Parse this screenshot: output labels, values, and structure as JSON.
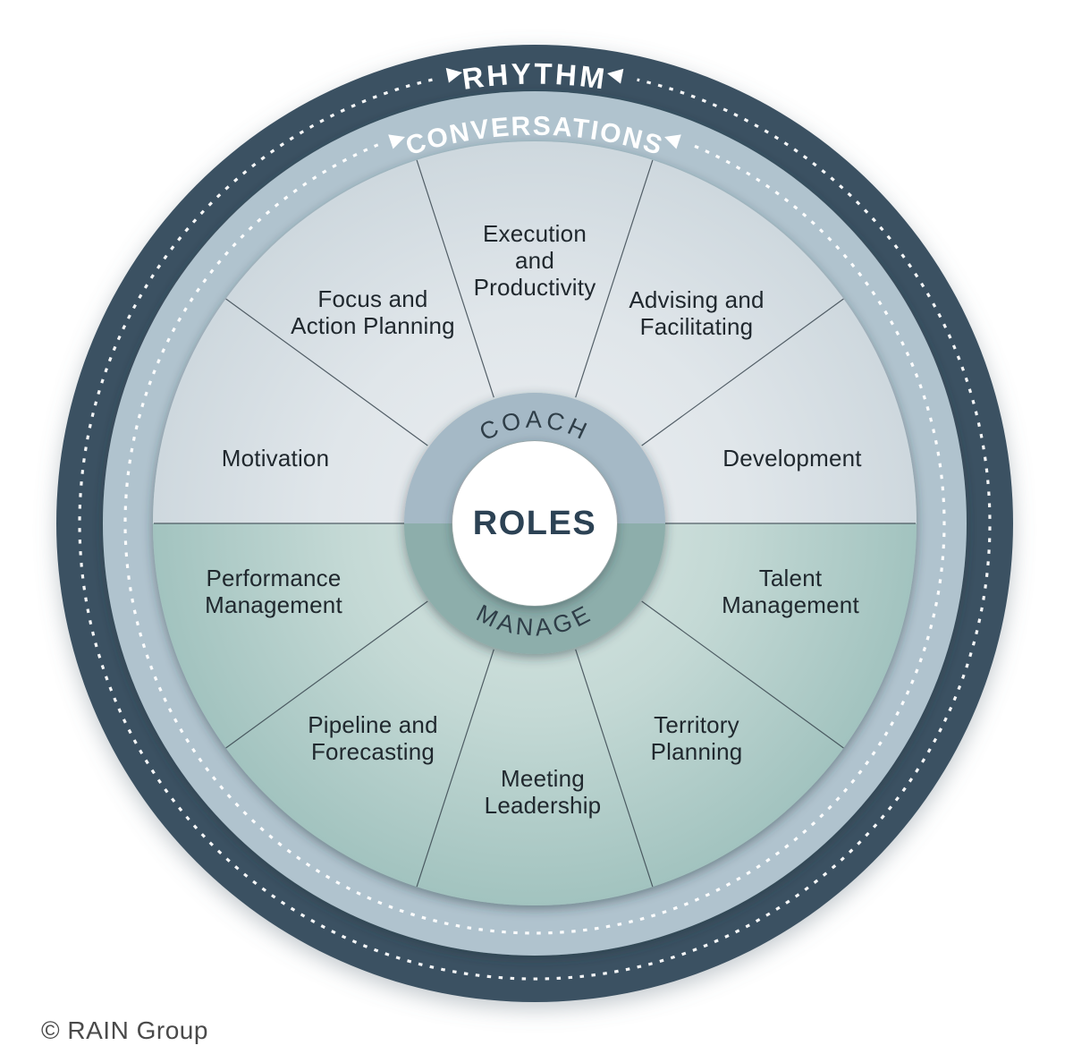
{
  "diagram": {
    "center_label": "ROLES",
    "inner_ring": {
      "top_label": "COACH",
      "bottom_label": "MANAGE"
    },
    "middle_ring_label": "CONVERSATIONS",
    "outer_ring_label": "RHYTHM",
    "coach_segments": [
      {
        "label": "Motivation"
      },
      {
        "label": "Focus and\nAction Planning"
      },
      {
        "label": "Execution\nand\nProductivity"
      },
      {
        "label": "Advising and\nFacilitating"
      },
      {
        "label": "Development"
      }
    ],
    "manage_segments": [
      {
        "label": "Performance\nManagement"
      },
      {
        "label": "Pipeline and\nForecasting"
      },
      {
        "label": "Meeting\nLeadership"
      },
      {
        "label": "Territory\nPlanning"
      },
      {
        "label": "Talent\nManagement"
      }
    ],
    "colors": {
      "outer_ring": "#3a5162",
      "middle_ring": "#b0c3ce",
      "coach_half_inner": "#ebeef1",
      "coach_half_outer": "#ced8de",
      "manage_half_inner": "#d9e6e3",
      "manage_half_outer": "#a2c3bf",
      "coach_arc": "#a5b9c6",
      "manage_arc": "#8daeab",
      "dark_text": "#2c4254"
    }
  },
  "footer": {
    "copyright": "© RAIN Group"
  }
}
